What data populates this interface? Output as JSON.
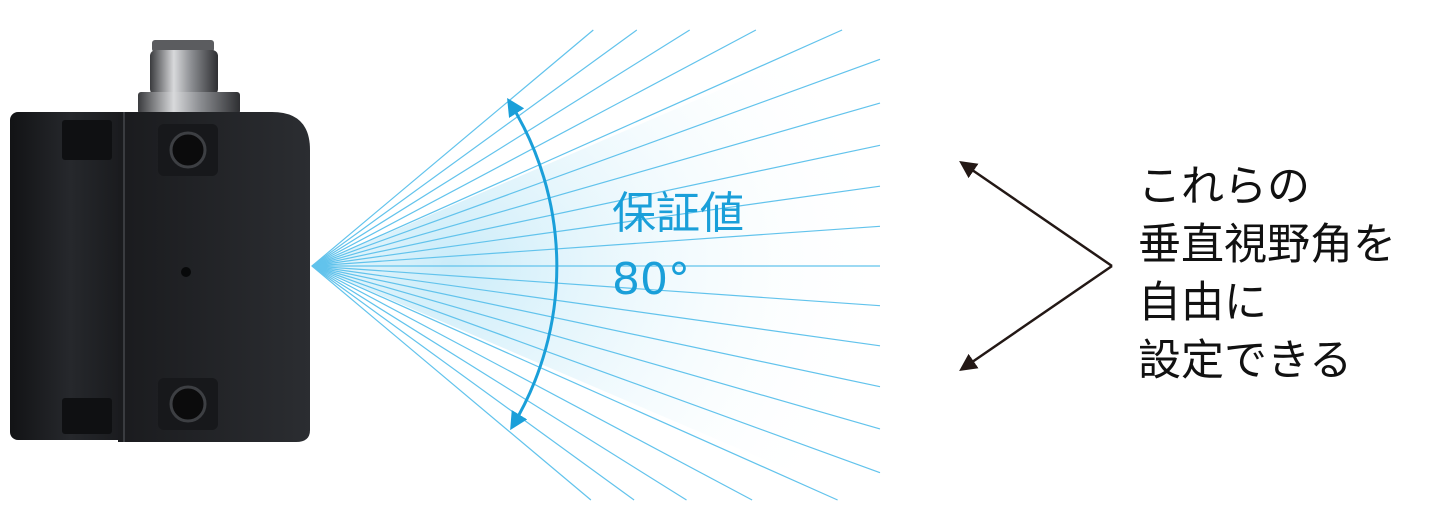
{
  "colors": {
    "accent": "#1a9fd9",
    "fan_line": "#62c3ec",
    "fan_fill": "#dff3fb",
    "device_body": "#1d1e21",
    "arrow": "#231815",
    "text": "#111111"
  },
  "angle": {
    "title": "保証値",
    "value": "80°",
    "degrees": 80
  },
  "description": {
    "lines": [
      "これらの",
      "垂直視野角を",
      "自由に",
      "設定できる"
    ]
  },
  "icons": {
    "device": "sensor-device-icon",
    "arc_arrow": "double-headed-arc-arrow-icon",
    "chevron": "chevron-arrows-icon"
  }
}
